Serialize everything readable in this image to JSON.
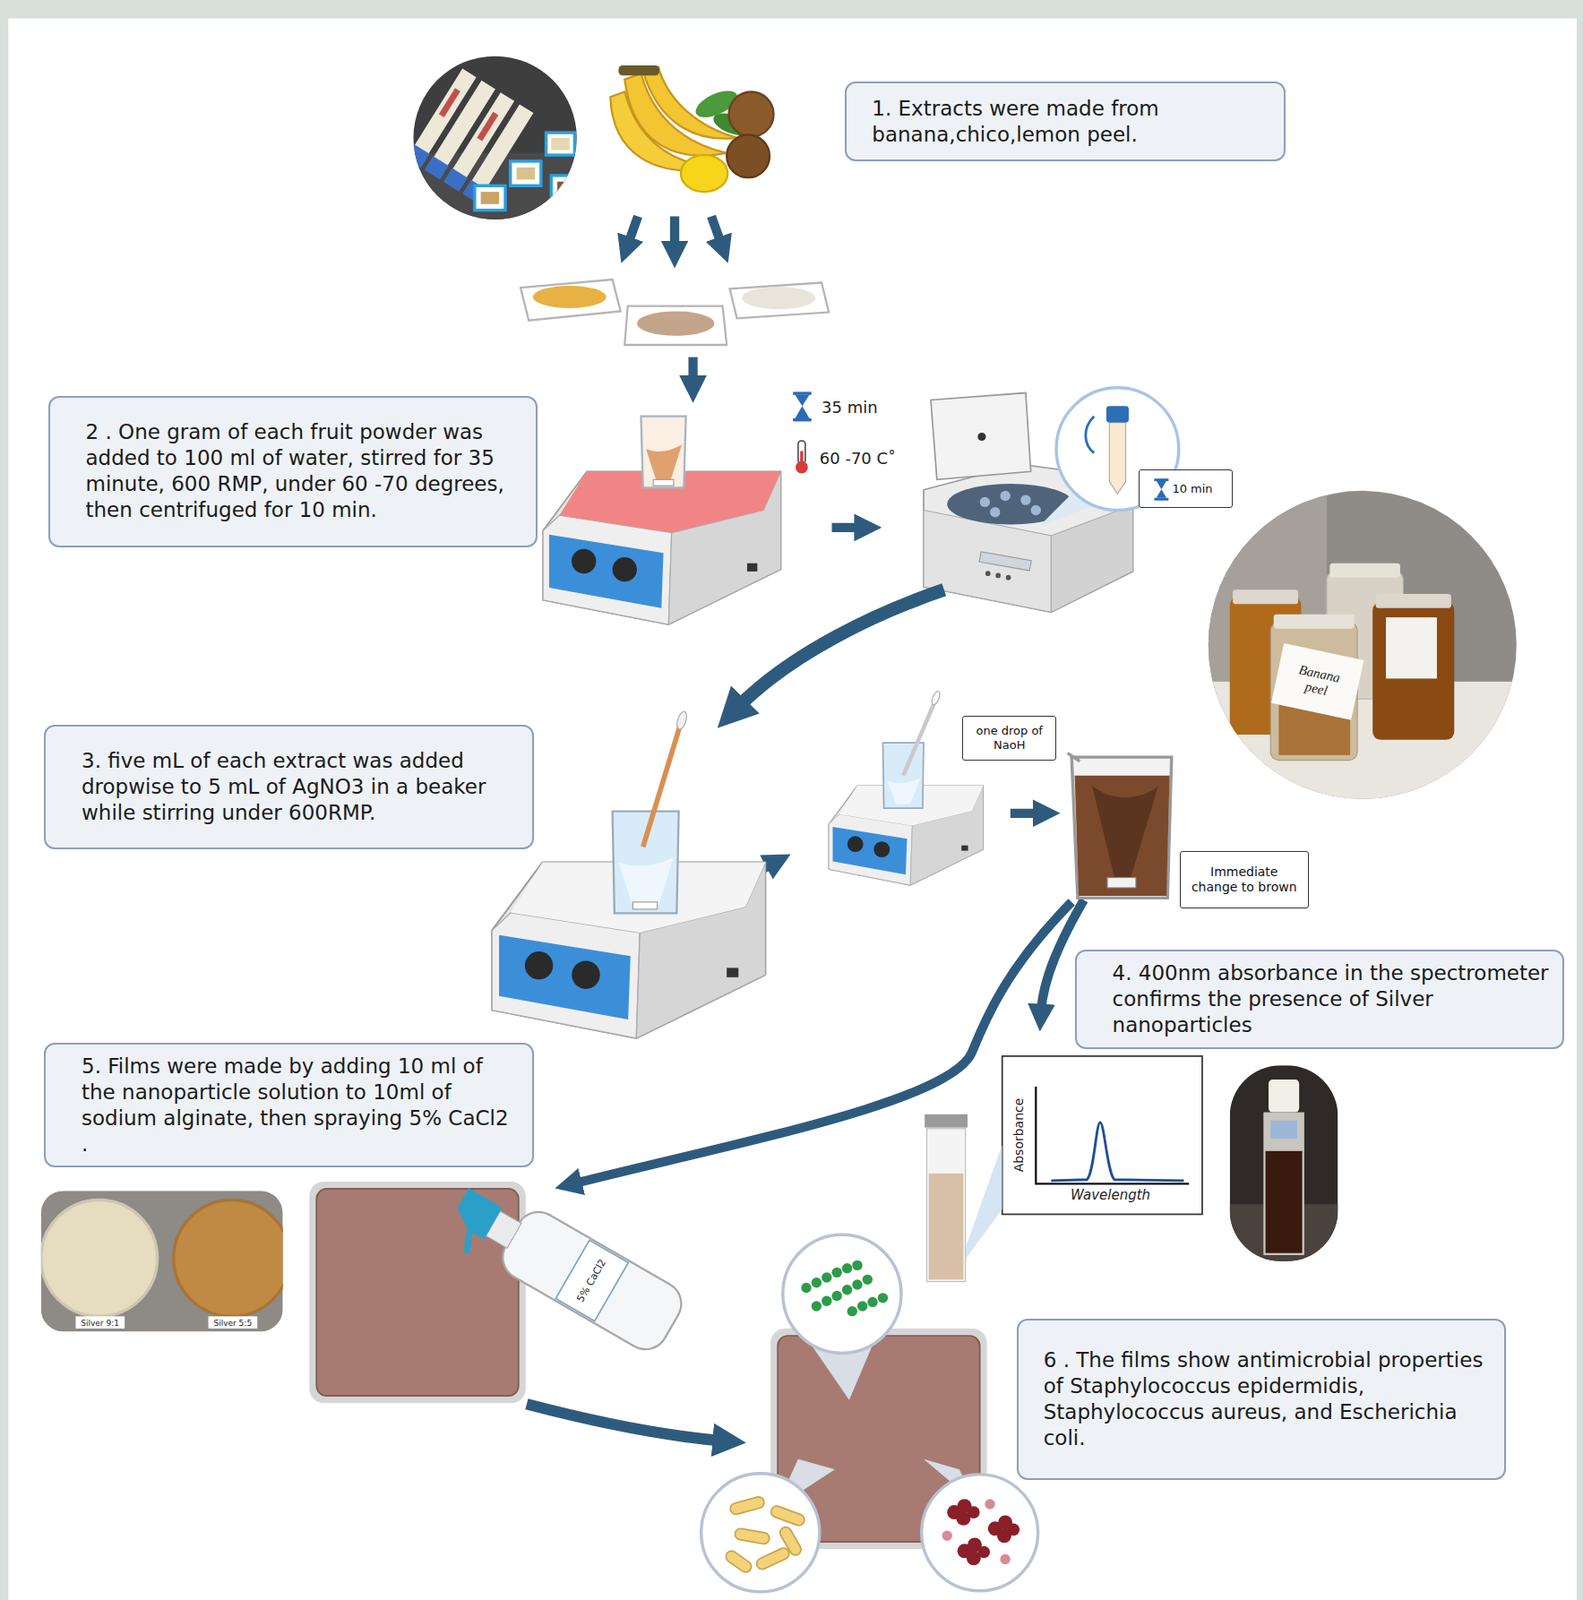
{
  "diagram": {
    "nodes": [
      {
        "text": [
          "1. Extracts were made from banana,chico,lemon peel."
        ]
      },
      {
        "text": [
          "2 . One gram of each fruit powder was added to 100 ml of water, stirred for 35 minute, 600 RMP, under 60 -70 degrees, then centrifuged for 10 min."
        ]
      },
      {
        "text": [
          "10 min"
        ]
      },
      {
        "text": [
          "3. five mL of each extract was added dropwise to 5 mL of AgNO3 in a beaker while stirring under 600RMP."
        ]
      },
      {
        "text": [
          "one drop of NaoH"
        ]
      },
      {
        "text": [
          "Immediate change to brown"
        ]
      },
      {
        "text": [
          "4. 400nm absorbance in the spectrometer confirms the presence of Silver nanoparticles"
        ]
      },
      {
        "text": [
          "5. Films were made by adding 10 ml of the nanoparticle solution to 10ml of sodium alginate, then spraying 5% CaCl2 ."
        ]
      },
      {
        "text": [
          "6 . The films show antimicrobial properties of Staphylococcus epidermidis, Staphylococcus aureus, and Escherichia coli."
        ]
      }
    ],
    "labels": [
      "35 min",
      "60 -70 C˚",
      "Banana peel",
      "Absorbance",
      "Wavelength",
      "Silver 9:1",
      "Silver 5:5",
      "5% CaCl2"
    ]
  }
}
